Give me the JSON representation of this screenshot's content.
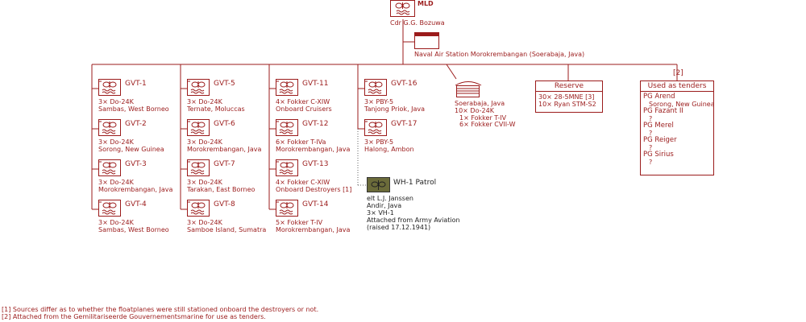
{
  "hq": {
    "name": "MLD",
    "commander": "Cdr  G.G. Bozuwa"
  },
  "station": {
    "name": "Naval Air Station Morokrembangan (Soerabaja, Java)"
  },
  "squadrons": [
    {
      "name": "GVT-1",
      "aircraft": "3× Do-24K",
      "location": "Sambas, West Borneo"
    },
    {
      "name": "GVT-2",
      "aircraft": "3× Do-24K",
      "location": "Sorong, New Guinea"
    },
    {
      "name": "GVT-3",
      "aircraft": "3× Do-24K",
      "location": "Morokrembangan, Java"
    },
    {
      "name": "GVT-4",
      "aircraft": "3× Do-24K",
      "location": "Sambas, West Borneo"
    },
    {
      "name": "GVT-5",
      "aircraft": "3× Do-24K",
      "location": "Ternate, Moluccas"
    },
    {
      "name": "GVT-6",
      "aircraft": "3× Do-24K",
      "location": "Morokrembangan, Java"
    },
    {
      "name": "GVT-7",
      "aircraft": "3× Do-24K",
      "location": "Tarakan, East Borneo"
    },
    {
      "name": "GVT-8",
      "aircraft": "3× Do-24K",
      "location": "Samboe Island, Sumatra"
    },
    {
      "name": "GVT-11",
      "aircraft": "4× Fokker C-XIW",
      "location": "Onboard Cruisers"
    },
    {
      "name": "GVT-12",
      "aircraft": "6× Fokker T-IVa",
      "location": "Morokrembangan, Java"
    },
    {
      "name": "GVT-13",
      "aircraft": "4× Fokker C-XIW",
      "location": "Onboard Destroyers [1]"
    },
    {
      "name": "GVT-14",
      "aircraft": "5× Fokker T-IV",
      "location": "Morokrembangan, Java"
    },
    {
      "name": "GVT-16",
      "aircraft": "3× PBY-5",
      "location": "Tanjong Priok, Java"
    },
    {
      "name": "GVT-17",
      "aircraft": "3× PBY-5",
      "location": "Halong, Ambon"
    }
  ],
  "base": {
    "location": "Soerabaja, Java",
    "lines": [
      "10× Do-24K",
      "1× Fokker T-IV",
      "6× Fokker CVII-W"
    ]
  },
  "reserve": {
    "title": "Reserve",
    "lines": [
      "30× 28-5MNE [3]",
      "10× Ryan STM-S2"
    ]
  },
  "tenders": {
    "note": "[2]",
    "title": "Used as tenders",
    "ships": [
      {
        "name": "PG  Arend",
        "location": "Sorong, New Guinea"
      },
      {
        "name": "PG  Fazant II",
        "location": "?"
      },
      {
        "name": "PG  Merel",
        "location": "?"
      },
      {
        "name": "PG  Reiger",
        "location": "?"
      },
      {
        "name": "PG  Sirius",
        "location": "?"
      }
    ]
  },
  "patrol": {
    "name": "WH-1 Patrol",
    "lines": [
      "elt L.J. Janssen",
      "Andir, Java",
      "3× VH-1",
      "Attached from Army Aviation",
      "(raised 17.12.1941)"
    ]
  },
  "footnotes": [
    "[1] Sources differ as to whether the floatplanes were still stationed onboard the destroyers or not.",
    "[2] Attached from the Gemilitariseerde Gouvernementsmarine for use as tenders."
  ],
  "colors": {
    "navy_red": "#9b1b1b",
    "army_olive": "#6b6b3a",
    "black": "#222222"
  }
}
